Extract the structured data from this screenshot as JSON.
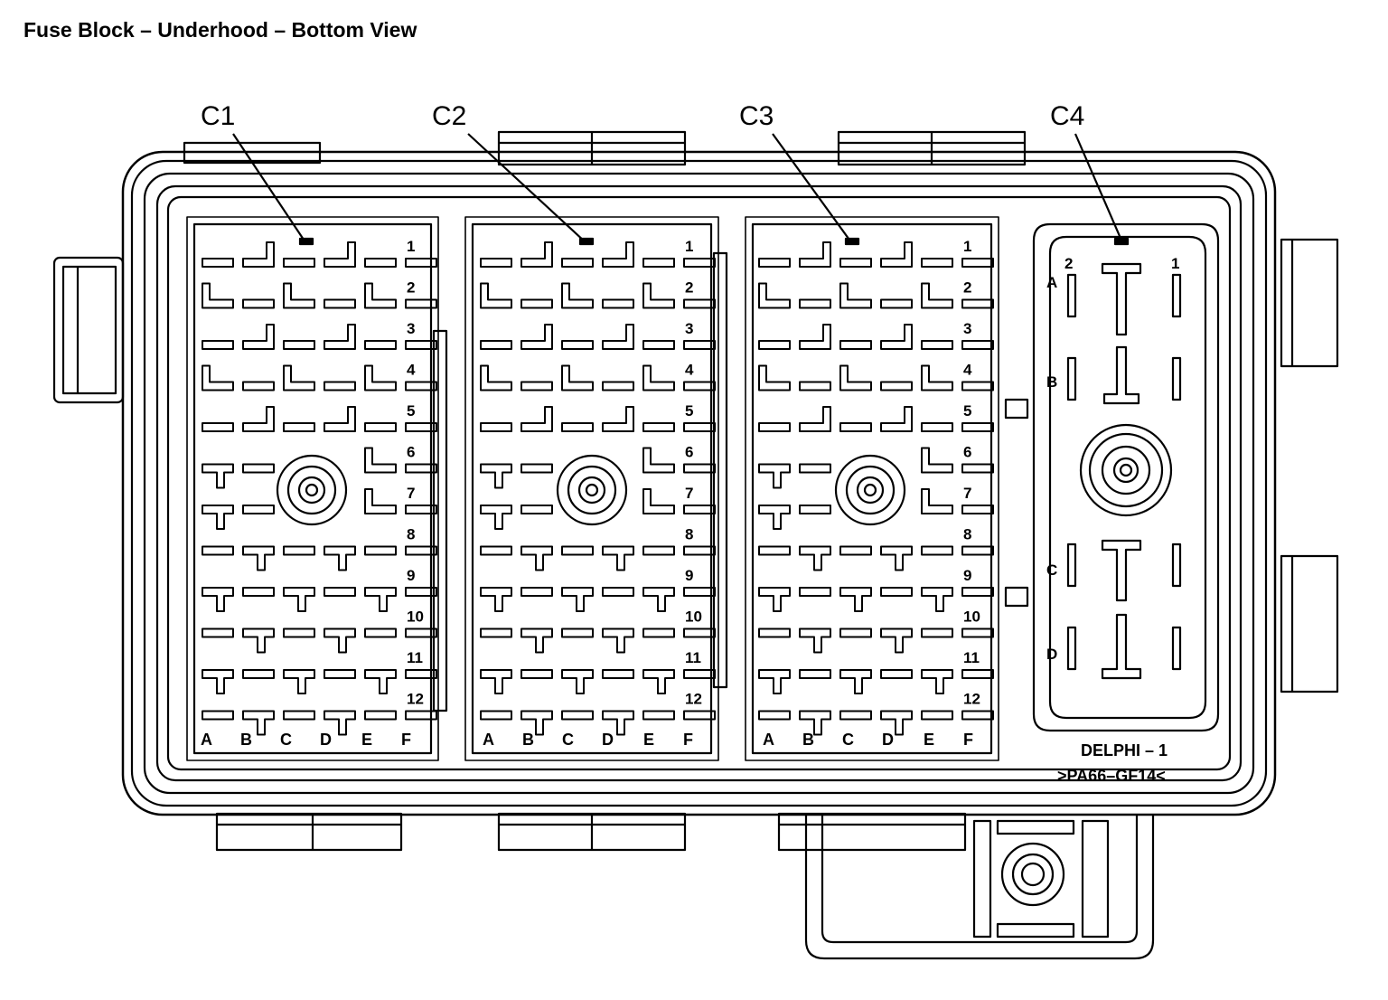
{
  "title": "Fuse Block – Underhood – Bottom View",
  "connectors": [
    {
      "id": "C1",
      "label": "C1"
    },
    {
      "id": "C2",
      "label": "C2"
    },
    {
      "id": "C3",
      "label": "C3"
    },
    {
      "id": "C4",
      "label": "C4"
    }
  ],
  "row_numbers": [
    "1",
    "2",
    "3",
    "4",
    "5",
    "6",
    "7",
    "8",
    "9",
    "10",
    "11",
    "12"
  ],
  "column_letters": [
    "A",
    "B",
    "C",
    "D",
    "E",
    "F"
  ],
  "c4_row_letters": [
    "A",
    "B",
    "C",
    "D"
  ],
  "c4_column_numbers": [
    "2",
    "1"
  ],
  "markings": [
    "DELPHI – 1",
    ">PA66–GF14<"
  ]
}
